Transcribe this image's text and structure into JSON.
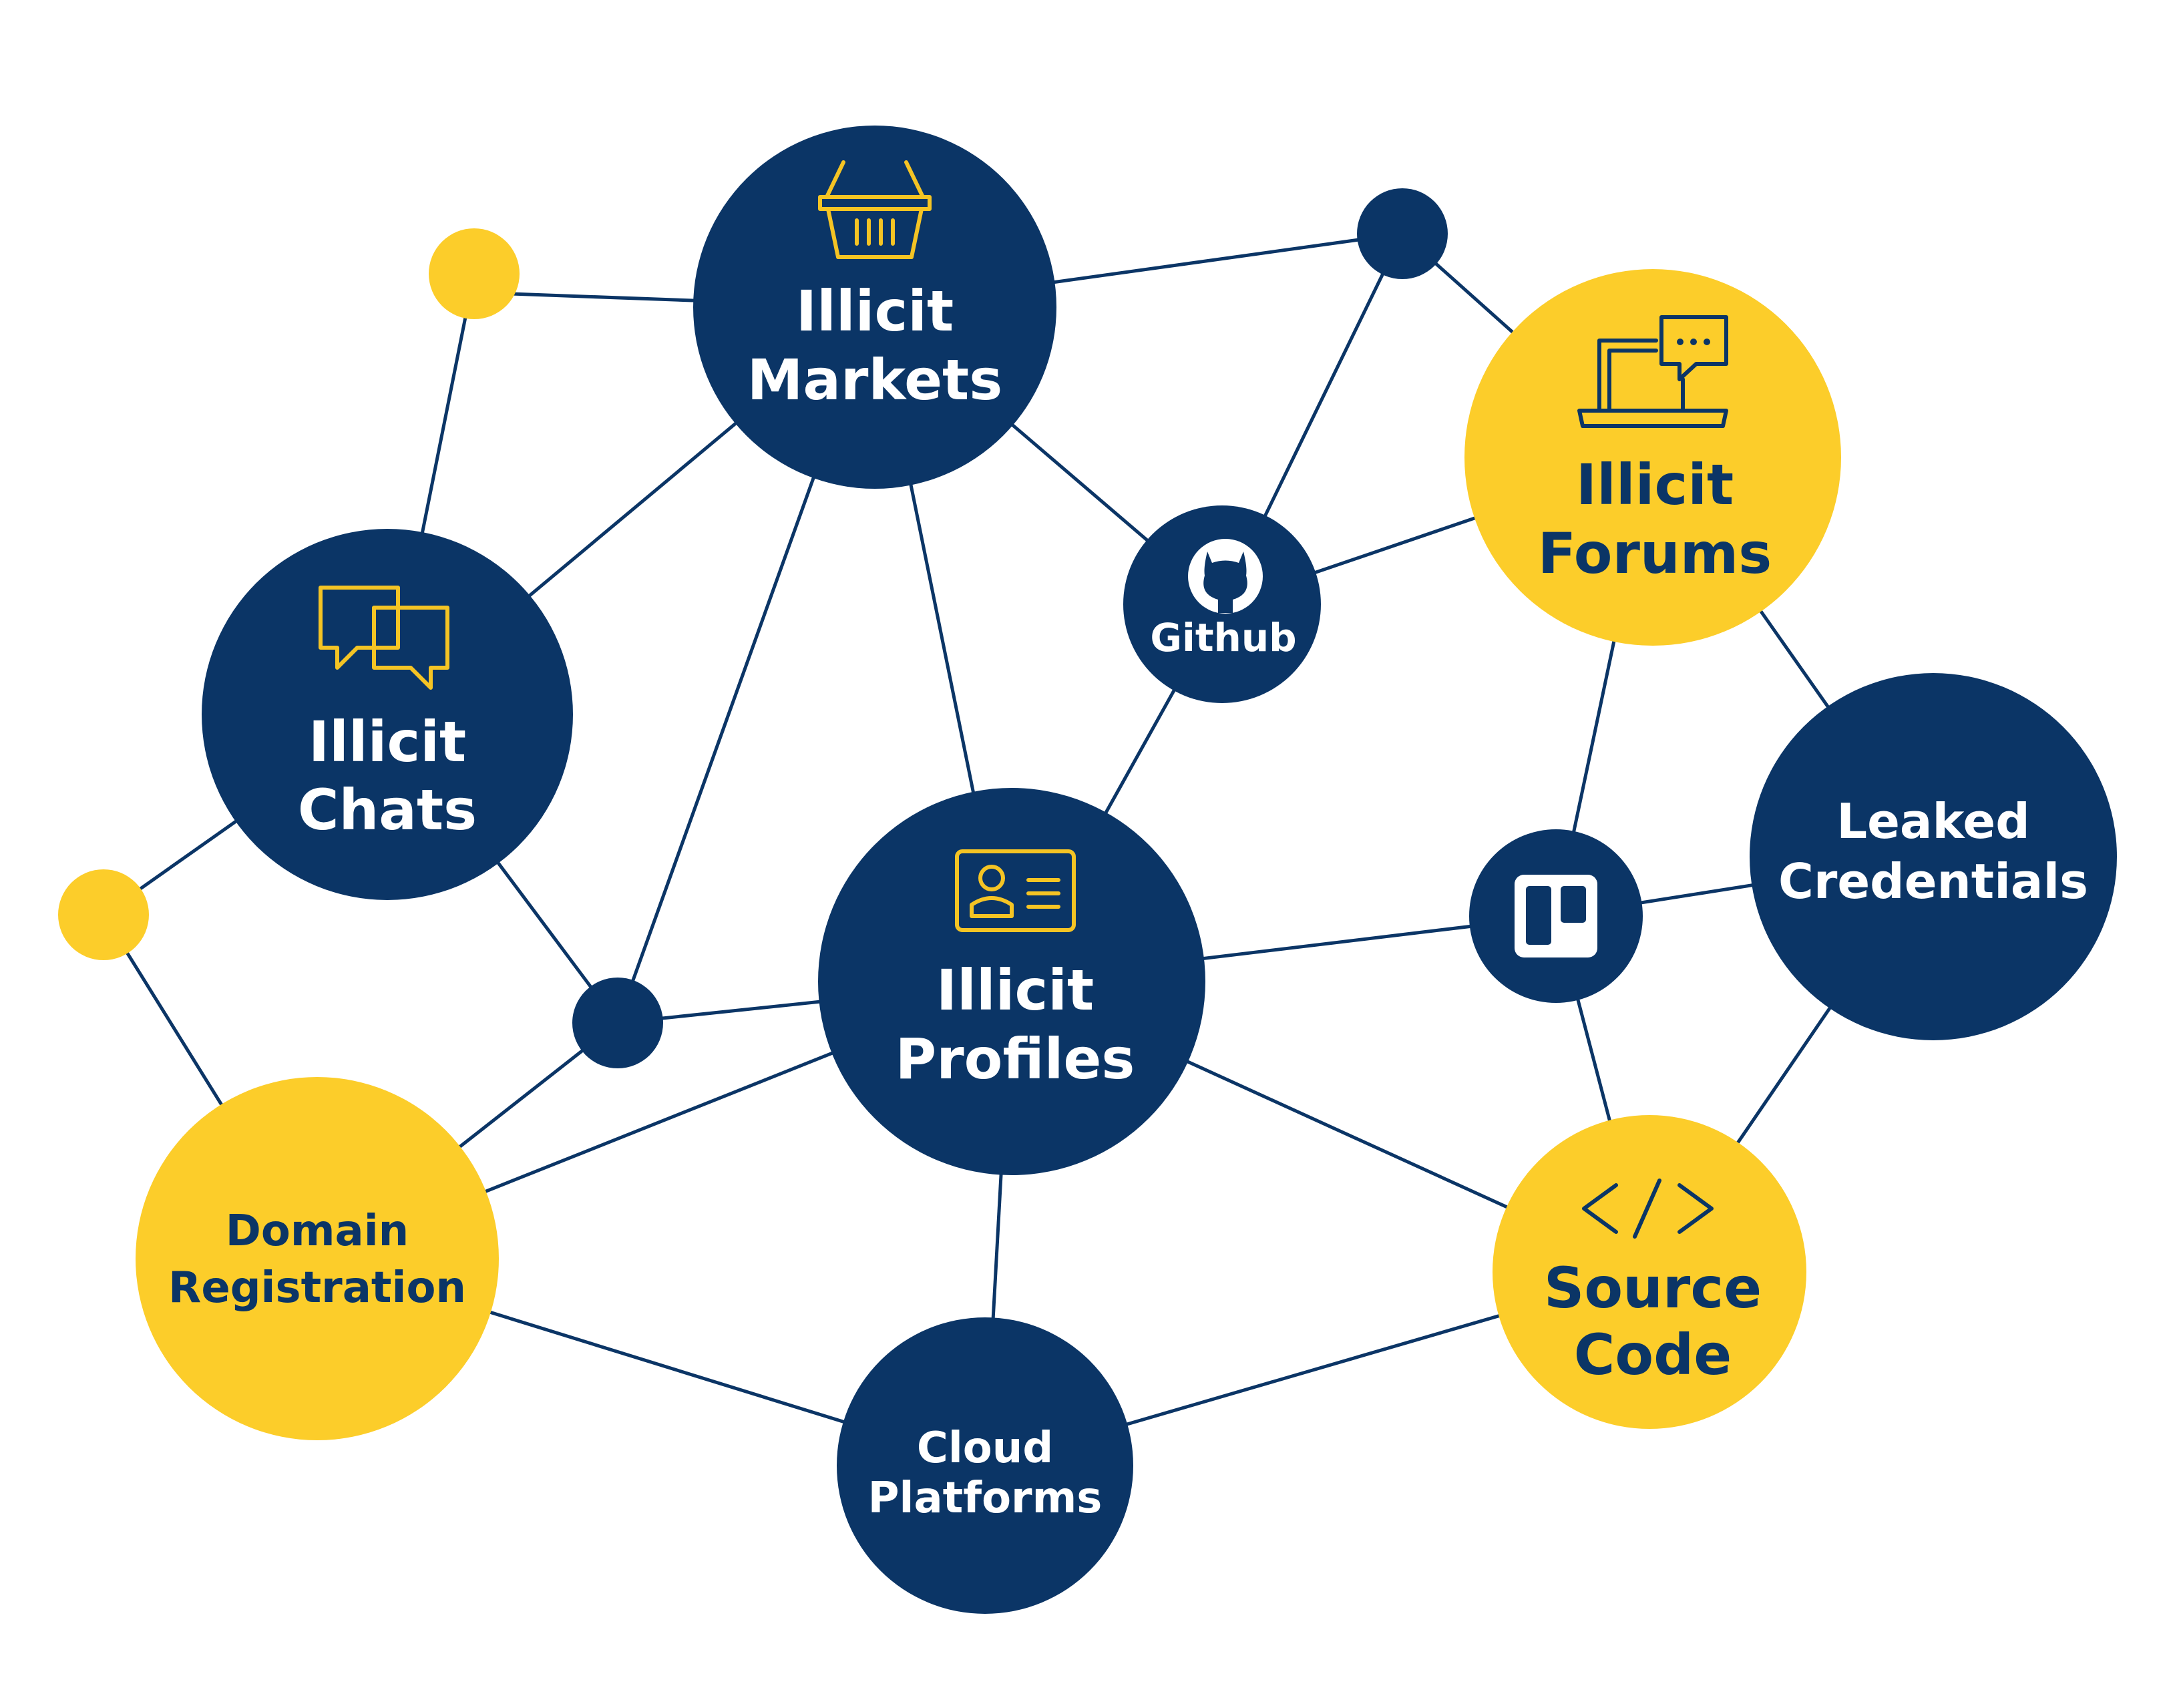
{
  "colors": {
    "navy": "#0b3566",
    "yellow": "#fccd2a",
    "background": "#ffffff",
    "edge": "#0b3566"
  },
  "nodes": {
    "illicit_markets": {
      "line1": "Illicit",
      "line2": "Markets",
      "icon": "basket-icon"
    },
    "illicit_chats": {
      "line1": "Illicit",
      "line2": "Chats",
      "icon": "chat-bubbles-icon"
    },
    "illicit_profiles": {
      "line1": "Illicit",
      "line2": "Profiles",
      "icon": "id-card-icon"
    },
    "illicit_forums": {
      "line1": "Illicit",
      "line2": "Forums",
      "icon": "laptop-chat-icon"
    },
    "github": {
      "label": "Github",
      "icon": "github-icon"
    },
    "leaked_credentials": {
      "line1": "Leaked",
      "line2": "Credentials"
    },
    "domain_registration": {
      "line1": "Domain",
      "line2": "Registration"
    },
    "source_code": {
      "line1": "Source",
      "line2": "Code",
      "icon": "code-brackets-icon"
    },
    "cloud_platforms": {
      "line1": "Cloud",
      "line2": "Platforms"
    },
    "trello": {
      "icon": "trello-icon"
    }
  }
}
